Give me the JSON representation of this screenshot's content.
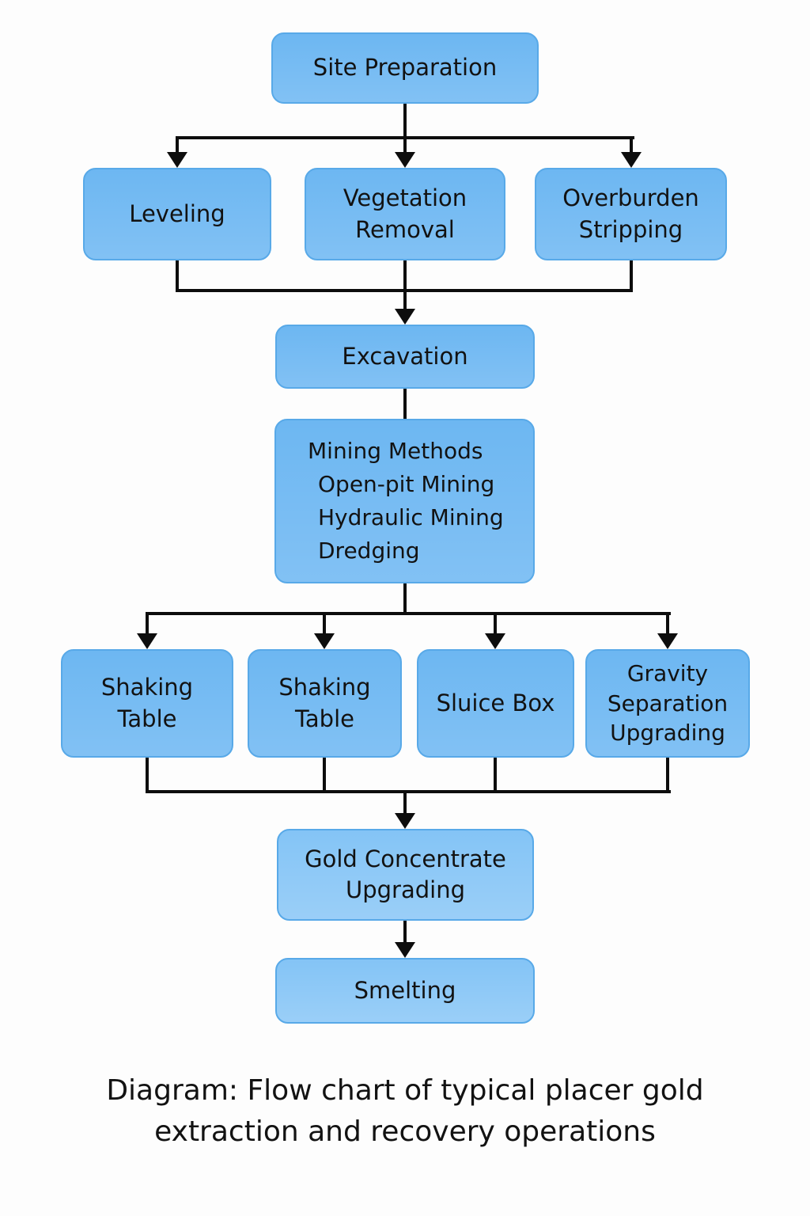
{
  "colors": {
    "node_fill": "#6db7f2",
    "node_fill_light": "#84c4f6",
    "node_border": "#58a9e8",
    "connector": "#0d0d0d",
    "text": "#121212",
    "background": "#fdfdfd"
  },
  "nodes": {
    "site_preparation": {
      "label": "Site Preparation"
    },
    "leveling": {
      "label": "Leveling"
    },
    "vegetation_removal": {
      "label": "Vegetation Removal"
    },
    "overburden_stripping": {
      "label": "Overburden Stripping"
    },
    "excavation": {
      "label": "Excavation"
    },
    "mining_methods": {
      "title": "Mining Methods",
      "items": [
        "Open-pit Mining",
        "Hydraulic Mining",
        "Dredging"
      ]
    },
    "shaking_table_1": {
      "label": "Shaking Table"
    },
    "shaking_table_2": {
      "label": "Shaking Table"
    },
    "sluice_box": {
      "label": "Sluice Box"
    },
    "gravity_separation_upgrading": {
      "label": "Gravity Separation Upgrading"
    },
    "gold_concentrate_upgrading": {
      "label": "Gold Concentrate Upgrading"
    },
    "smelting": {
      "label": "Smelting"
    }
  },
  "caption": {
    "lines": [
      "Diagram: Flow chart of typical placer gold",
      "extraction and recovery operations"
    ]
  }
}
